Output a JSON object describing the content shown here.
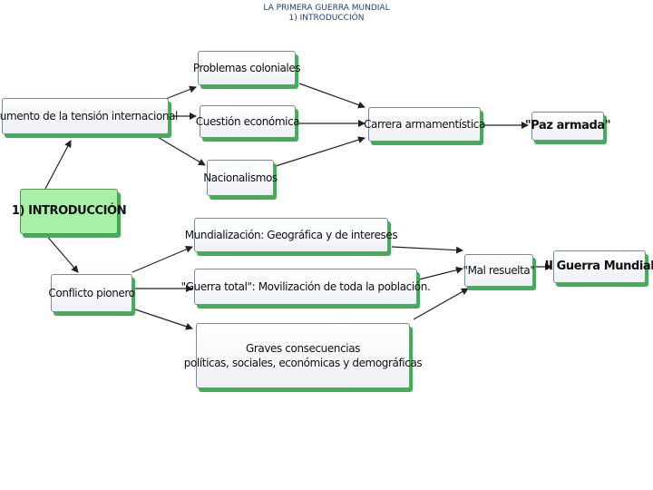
{
  "header": {
    "title": "LA PRIMERA GUERRA MUNDIAL",
    "subtitle": "1) INTRODUCCIÓN"
  },
  "nodes": {
    "root": "1) INTRODUCCIÓN",
    "tension": "Aumento de la tensión internacional",
    "coloniales": "Problemas coloniales",
    "economica": "Cuestión económica",
    "nacionalismos": "Nacionalismos",
    "carrera": "Carrera armamentística",
    "paz_armada": "\"Paz armada\"",
    "conflicto": "Conflicto pionero",
    "mundializacion": "Mundialización: Geográfica y de intereses",
    "guerra_total": "\"Guerra total\": Movilización de toda la población.",
    "graves_line1": "Graves consecuencias",
    "graves_line2": "políticas, sociales, económicas y demográficas",
    "mal_resuelta": "\"Mal resuelta\"",
    "ii_guerra": "II Guerra Mundial"
  },
  "colors": {
    "root_fill": "#a8f0a8",
    "shadow": "#3fae57",
    "arrow": "#222222",
    "header_text": "#1f3f7a"
  }
}
